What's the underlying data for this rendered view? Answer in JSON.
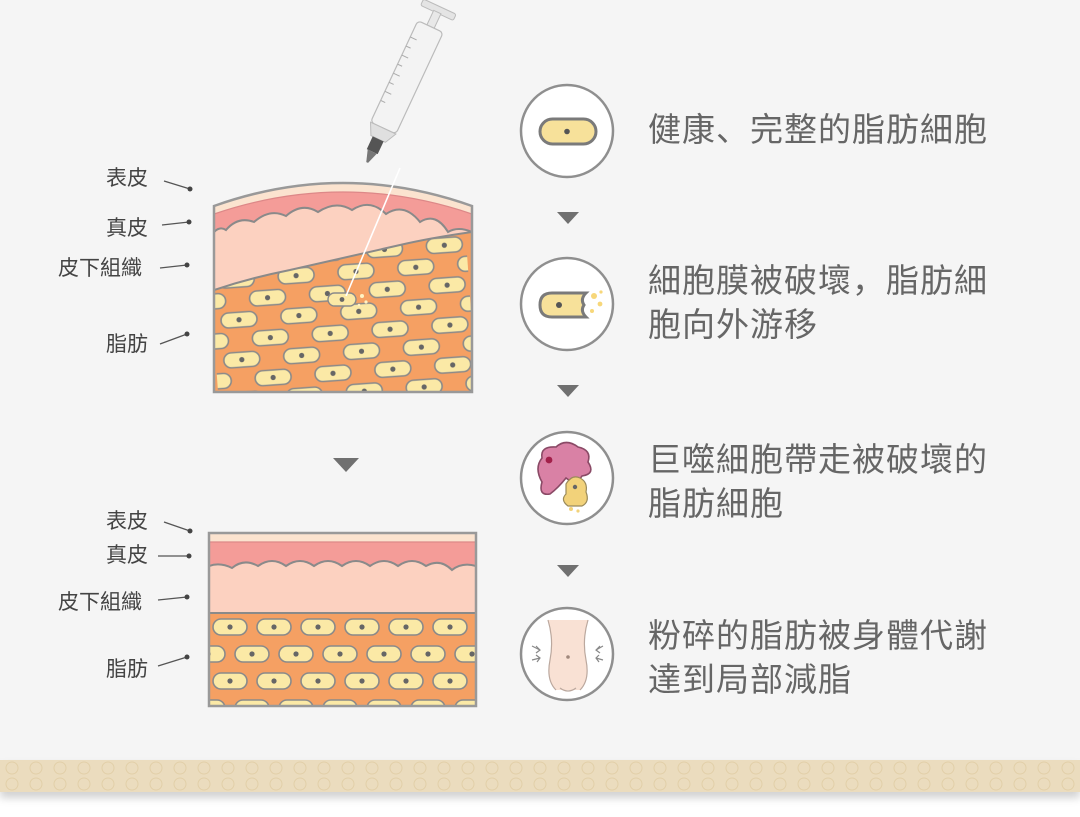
{
  "layers_top": {
    "epidermis": "表皮",
    "dermis": "真皮",
    "subcutaneous": "皮下組織",
    "fat": "脂肪"
  },
  "layers_bottom": {
    "epidermis": "表皮",
    "dermis": "真皮",
    "subcutaneous": "皮下組織",
    "fat": "脂肪"
  },
  "steps": [
    {
      "lines": [
        "健康、完整的脂肪細胞"
      ],
      "icon": "healthy-fat-cell-icon"
    },
    {
      "lines": [
        "細胞膜被破壞，脂肪細",
        "胞向外游移"
      ],
      "icon": "broken-fat-cell-icon"
    },
    {
      "lines": [
        "巨噬細胞帶走被破壞的",
        "脂肪細胞"
      ],
      "icon": "macrophage-icon"
    },
    {
      "lines": [
        "粉碎的脂肪被身體代謝",
        "達到局部減脂"
      ],
      "icon": "slim-waist-icon"
    }
  ],
  "colors": {
    "epidermis": "#fbe3cf",
    "dermis": "#f49c98",
    "subcutaneous": "#fcd1c0",
    "fat": "#f5a063",
    "fat_cell": "#fbe9a6",
    "outline": "#999999",
    "arrow": "#707070"
  }
}
